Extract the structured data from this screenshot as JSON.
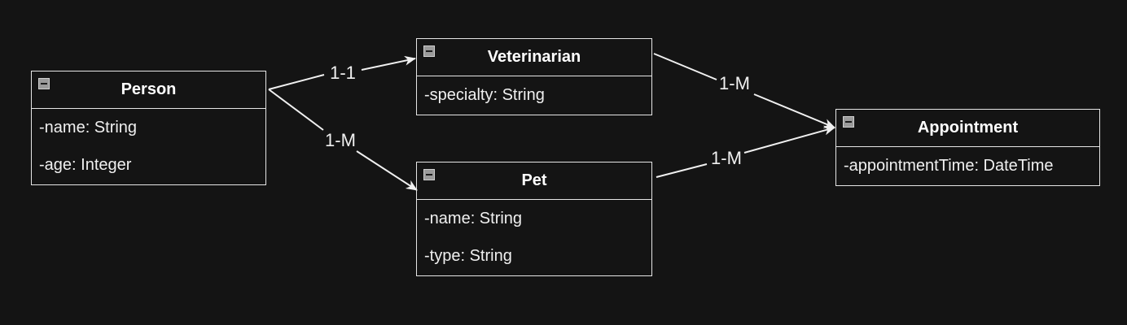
{
  "classes": {
    "person": {
      "name": "Person",
      "attributes": [
        "-name: String",
        "-age: Integer"
      ]
    },
    "veterinarian": {
      "name": "Veterinarian",
      "attributes": [
        "-specialty: String"
      ]
    },
    "pet": {
      "name": "Pet",
      "attributes": [
        "-name: String",
        "-type: String"
      ]
    },
    "appointment": {
      "name": "Appointment",
      "attributes": [
        "-appointmentTime: DateTime"
      ]
    }
  },
  "relations": {
    "person_veterinarian": "1-1",
    "person_pet": "1-M",
    "veterinarian_appointment": "1-M",
    "pet_appointment": "1-M"
  },
  "colors": {
    "background": "#141414",
    "stroke": "#e6e6e6",
    "text": "#ffffff"
  }
}
